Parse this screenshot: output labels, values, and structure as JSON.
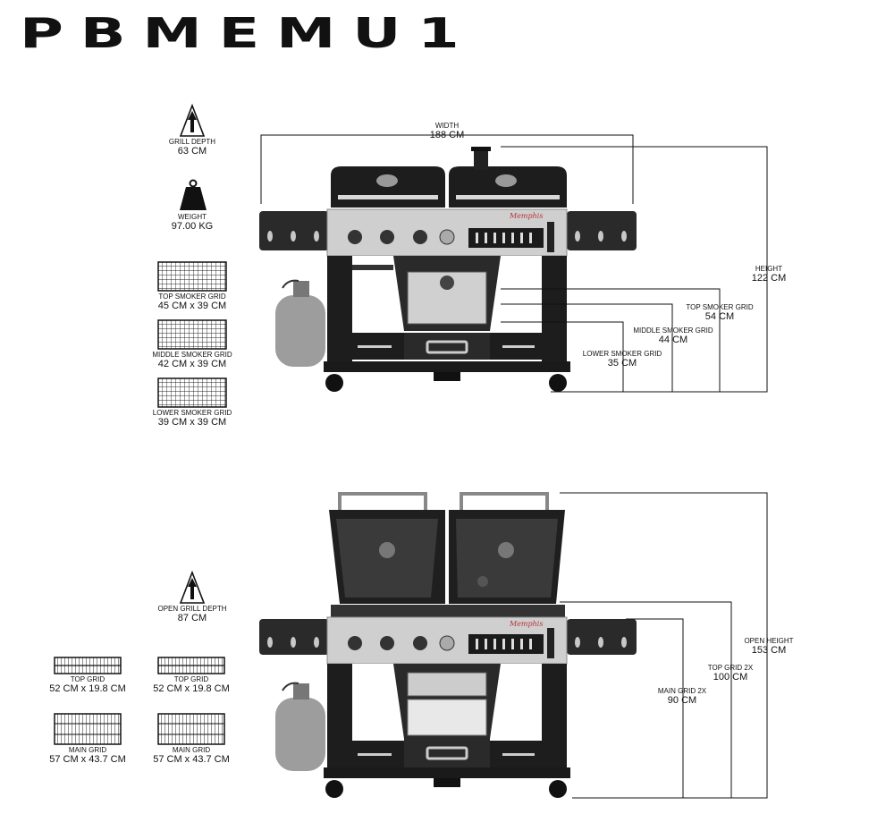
{
  "model": "PBMEMU1",
  "brand": "Memphis",
  "specs": {
    "grill_depth": {
      "label": "GRILL DEPTH",
      "value": "63 CM"
    },
    "weight": {
      "label": "WEIGHT",
      "value": "97.00 KG"
    },
    "top_smoker_grid": {
      "label": "TOP SMOKER GRID",
      "value": "45 CM x 39 CM"
    },
    "middle_smoker_grid": {
      "label": "MIDDLE SMOKER GRID",
      "value": "42 CM x 39 CM"
    },
    "lower_smoker_grid": {
      "label": "LOWER SMOKER GRID",
      "value": "39 CM x 39 CM"
    },
    "open_grill_depth": {
      "label": "OPEN GRILL DEPTH",
      "value": "87 CM"
    },
    "top_grid": {
      "label": "TOP GRID",
      "value": "52 CM x 19.8 CM"
    },
    "main_grid": {
      "label": "MAIN GRID",
      "value": "57 CM x 43.7 CM"
    }
  },
  "closed_dims": {
    "width": {
      "label": "WIDTH",
      "value": "188 CM"
    },
    "height": {
      "label": "HEIGHT",
      "value": "122 CM"
    },
    "top_smoker": {
      "label": "TOP SMOKER GRID",
      "value": "54 CM"
    },
    "middle_smoker": {
      "label": "MIDDLE SMOKER GRID",
      "value": "44 CM"
    },
    "lower_smoker": {
      "label": "LOWER SMOKER GRID",
      "value": "35 CM"
    }
  },
  "open_dims": {
    "open_height": {
      "label": "OPEN HEIGHT",
      "value": "153 CM"
    },
    "top_grid": {
      "label": "TOP GRID 2X",
      "value": "100 CM"
    },
    "main_grid": {
      "label": "MAIN GRID 2X",
      "value": "90 CM"
    }
  }
}
